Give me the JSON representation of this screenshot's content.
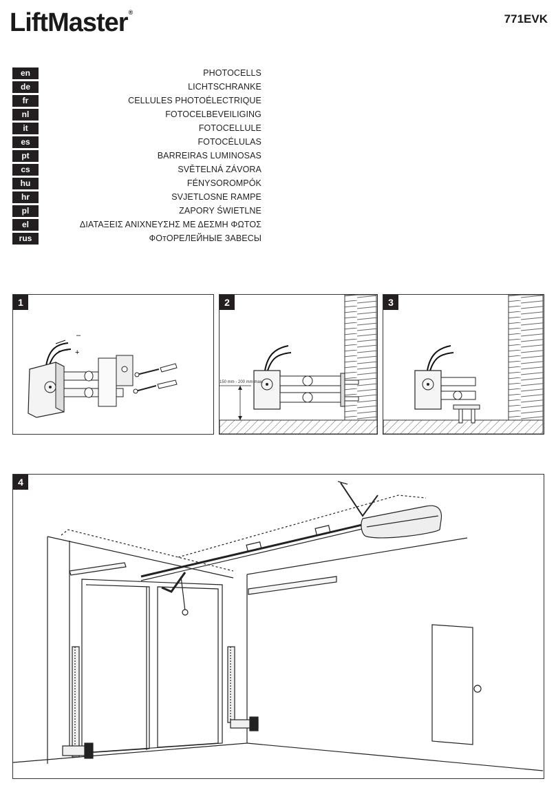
{
  "header": {
    "brand": "LiftMaster",
    "brand_mark": "®",
    "model": "771EVK"
  },
  "languages": [
    {
      "code": "en",
      "title": "PHOTOCELLS"
    },
    {
      "code": "de",
      "title": "LICHTSCHRANKE"
    },
    {
      "code": "fr",
      "title": "CELLULES PHOTOÉLECTRIQUE"
    },
    {
      "code": "nl",
      "title": "FOTOCELBEVEILIGING"
    },
    {
      "code": "it",
      "title": "FOTOCELLULE"
    },
    {
      "code": "es",
      "title": "FOTOCÉLULAS"
    },
    {
      "code": "pt",
      "title": "BARREIRAS LUMINOSAS"
    },
    {
      "code": "cs",
      "title": "SVĚTELNÁ ZÁVORA"
    },
    {
      "code": "hu",
      "title": "FÉNYSOROMPÓK"
    },
    {
      "code": "hr",
      "title": "SVJETLOSNE RAMPE"
    },
    {
      "code": "pl",
      "title": "ZAPORY ŚWIETLNE"
    },
    {
      "code": "el",
      "title": "ΔΙΑΤΑΞΕΙΣ ΑΝΙΧΝΕΥΣΗΣ ΜΕ ΔΕΣΜΗ ΦΩΤΟΣ"
    },
    {
      "code": "rus",
      "title": "ФОтОРЕЛЕЙНЫЕ ЗАВЕСЫ"
    }
  ],
  "steps": {
    "step1": {
      "number": "1",
      "minus": "–",
      "plus": "+"
    },
    "step2": {
      "number": "2",
      "height_label": "150 mm - 200 mm max."
    },
    "step3": {
      "number": "3"
    },
    "step4": {
      "number": "4"
    }
  }
}
